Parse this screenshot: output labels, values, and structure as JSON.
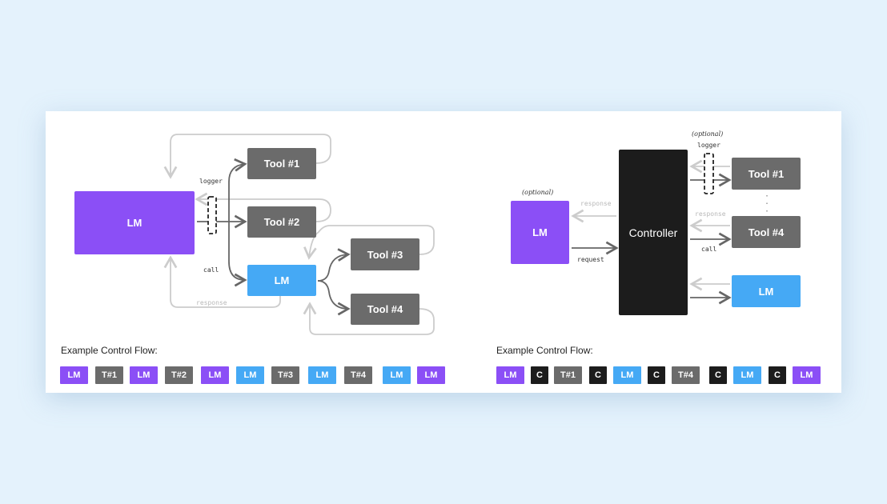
{
  "left_diagram": {
    "lm_main": "LM",
    "tools": [
      "Tool #1",
      "Tool #2",
      "Tool #3",
      "Tool #4"
    ],
    "lm_sub": "LM",
    "logger_label": "logger",
    "call_label": "call",
    "response_label": "response",
    "flow_heading": "Example Control Flow:",
    "flow": [
      {
        "label": "LM",
        "kind": "lm"
      },
      {
        "label": "T#1",
        "kind": "tool"
      },
      {
        "label": "LM",
        "kind": "lm"
      },
      {
        "label": "T#2",
        "kind": "tool"
      },
      {
        "label": "LM",
        "kind": "lm"
      },
      {
        "label": "LM",
        "kind": "sublm"
      },
      {
        "label": "T#3",
        "kind": "tool"
      },
      {
        "label": "LM",
        "kind": "sublm"
      },
      {
        "label": "T#4",
        "kind": "tool"
      },
      {
        "label": "LM",
        "kind": "sublm"
      },
      {
        "label": "LM",
        "kind": "lm"
      }
    ]
  },
  "right_diagram": {
    "lm_label": "LM",
    "lm_optional": "(optional)",
    "controller": "Controller",
    "tool1": "Tool #1",
    "tool4": "Tool #4",
    "lm_sub": "LM",
    "logger_optional": "(optional)",
    "logger_label": "logger",
    "response_label": "response",
    "tool_response_label": "response",
    "request_label": "request",
    "call_label": "call",
    "flow_heading": "Example Control Flow:",
    "flow": [
      {
        "label": "LM",
        "kind": "lm"
      },
      {
        "label": "C",
        "kind": "controller"
      },
      {
        "label": "T#1",
        "kind": "tool"
      },
      {
        "label": "C",
        "kind": "controller"
      },
      {
        "label": "LM",
        "kind": "sublm"
      },
      {
        "label": "C",
        "kind": "controller"
      },
      {
        "label": "T#4",
        "kind": "tool"
      },
      {
        "label": "C",
        "kind": "controller"
      },
      {
        "label": "LM",
        "kind": "sublm"
      },
      {
        "label": "C",
        "kind": "controller"
      },
      {
        "label": "LM",
        "kind": "lm"
      }
    ]
  },
  "colors": {
    "lm": "#8b4ff6",
    "sublm": "#45a9f5",
    "tool": "#6b6b6b",
    "controller": "#1c1c1c",
    "background": "#e4f2fc"
  }
}
